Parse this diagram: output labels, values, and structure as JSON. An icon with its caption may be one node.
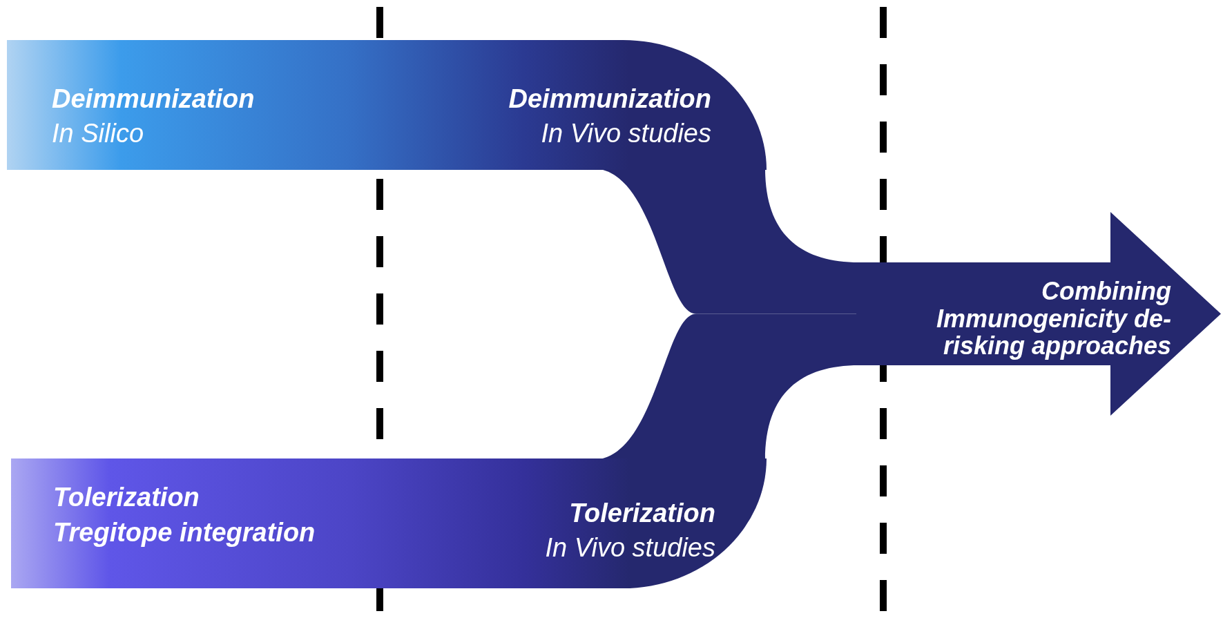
{
  "diagram": {
    "nodes": [
      {
        "text": [
          "Deimmunization",
          "In Silico",
          "Deimmunization",
          "In Vivo studies"
        ]
      },
      {
        "text": [
          "Tolerization",
          "Tregitope integration",
          "Tolerization",
          "In Vivo studies"
        ]
      },
      {
        "text": [
          "Combining Immunogenicity de-risking approaches"
        ]
      }
    ],
    "edges": [
      {
        "from": 0,
        "to": 2,
        "arrow": "none"
      },
      {
        "from": 1,
        "to": 2,
        "arrow": "none"
      }
    ]
  }
}
